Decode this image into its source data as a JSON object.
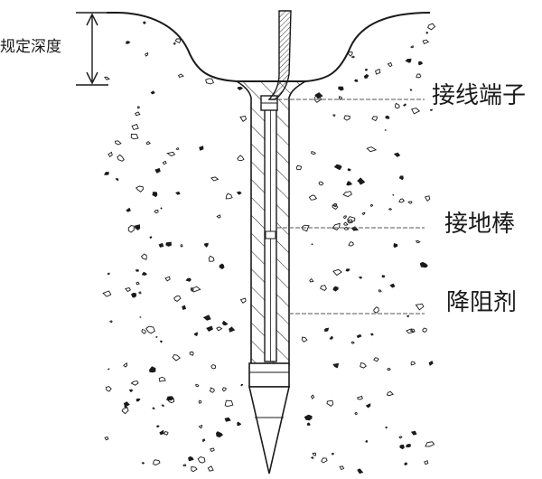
{
  "labels": {
    "depth": "规定深度",
    "terminal": "接线端子",
    "rod": "接地棒",
    "agent": "降阻剂"
  },
  "colors": {
    "ink": "#1a1a1a",
    "leader": "#555555",
    "background": "#ffffff"
  }
}
